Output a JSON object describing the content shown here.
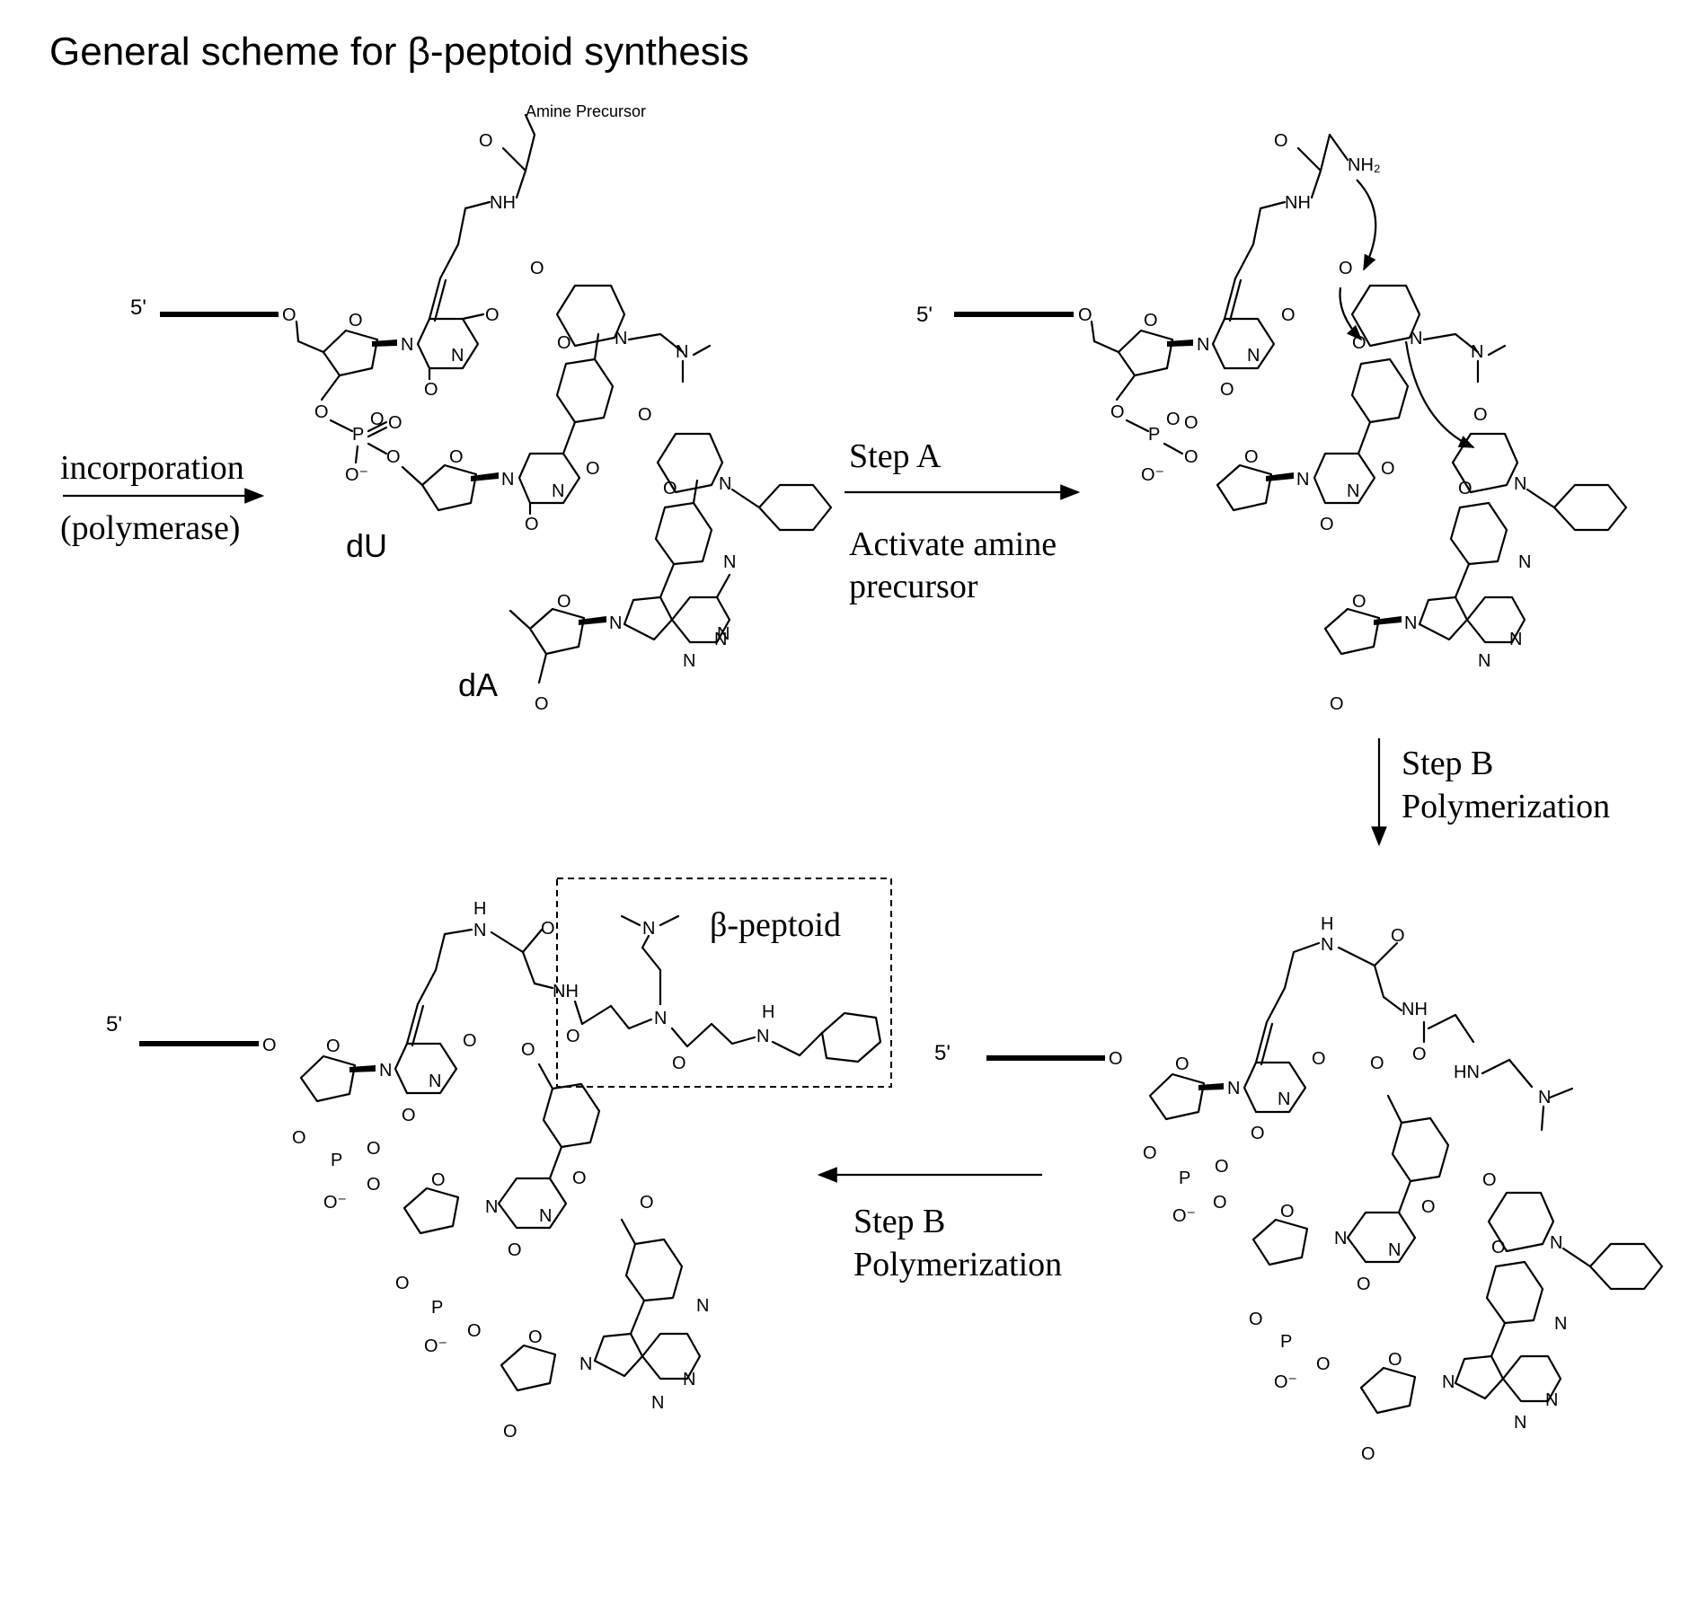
{
  "title": "General scheme for β-peptoid synthesis",
  "labels": {
    "five_prime": "5'",
    "amine_precursor": "Amine Precursor",
    "dU": "dU",
    "dA": "dA",
    "beta_peptoid": "β-peptoid"
  },
  "steps": {
    "incorporation": "incorporation",
    "polymerase": "(polymerase)",
    "step_a": "Step A",
    "step_a_line1": "Activate amine",
    "step_a_line2": "precursor",
    "step_b": "Step B",
    "polymerization": "Polymerization"
  },
  "atoms": {
    "O": "O",
    "N": "N",
    "NH": "NH",
    "HN": "HN",
    "H": "H",
    "NH2": "NH₂",
    "P": "P",
    "Ominus": "O⁻"
  }
}
